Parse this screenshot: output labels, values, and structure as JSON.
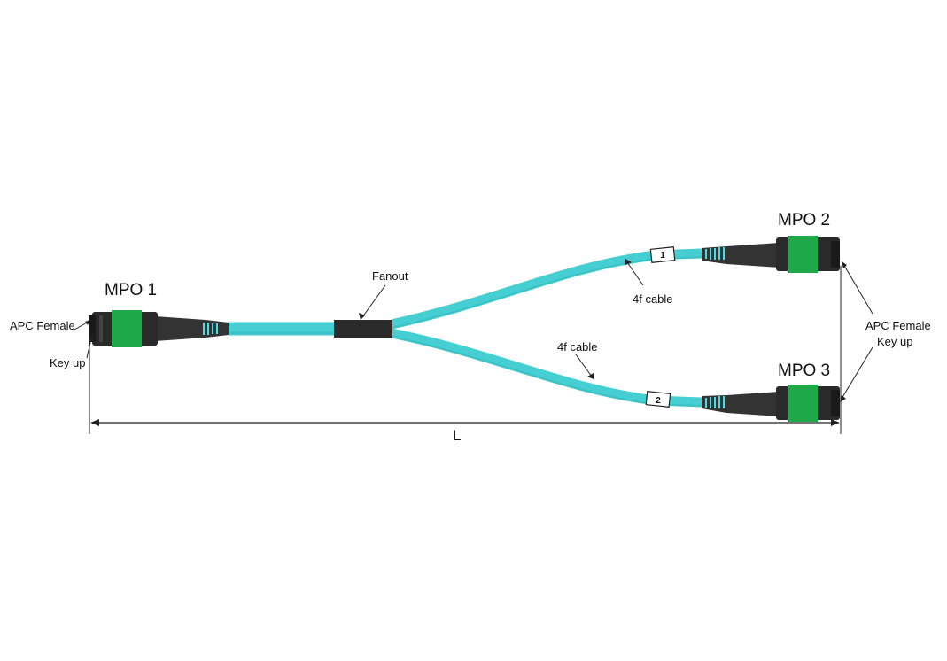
{
  "labels": {
    "mpo1": "MPO 1",
    "mpo2": "MPO 2",
    "mpo3": "MPO 3",
    "fanout": "Fanout",
    "cable_top": "4f cable",
    "cable_bottom": "4f cable",
    "tag1": "1",
    "tag2": "2",
    "apc_left": "APC Female",
    "key_left": "Key up",
    "apc_right": "APC Female",
    "key_right": "Key up",
    "length": "L"
  },
  "colors": {
    "cable": "#45cfd2",
    "cable_dark": "#35b5b8",
    "connector_green": "#1ea84a",
    "connector_body": "#2a2a2a",
    "boot": "#3a3a3a",
    "fanout_block": "#2b2b2b",
    "stripe": "#4fd8e0"
  }
}
